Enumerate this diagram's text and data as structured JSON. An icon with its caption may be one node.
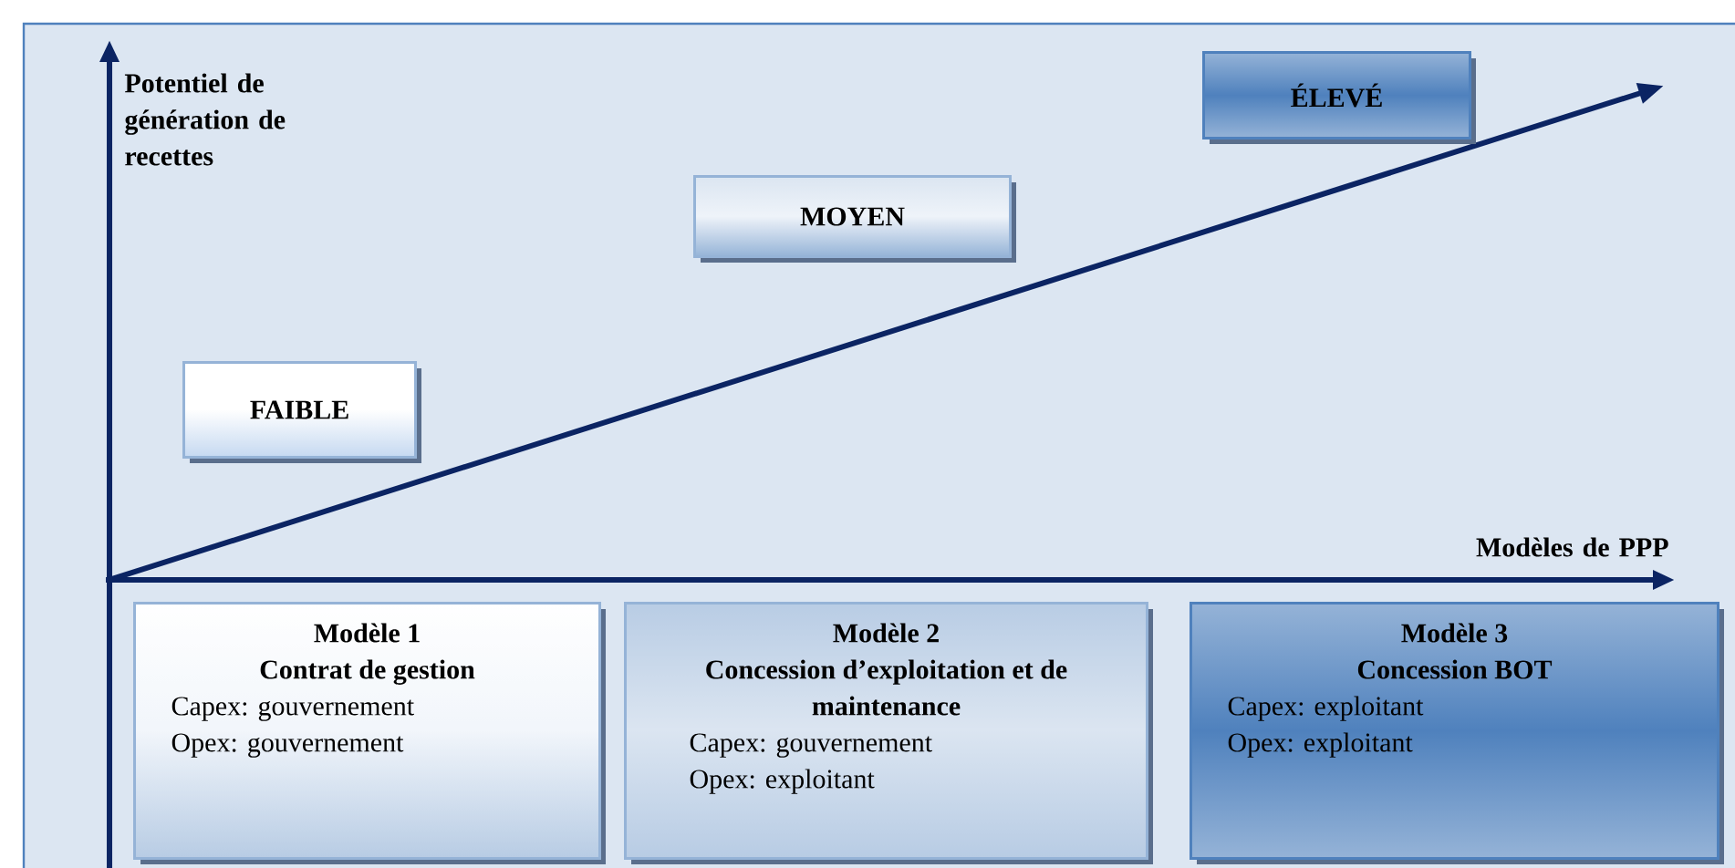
{
  "diagram": {
    "nodes": [
      {
        "text": [
          "FAIBLE"
        ]
      },
      {
        "text": [
          "MOYEN"
        ]
      },
      {
        "text": [
          "ÉLEVÉ"
        ]
      },
      {
        "text": [
          "Modèle 1",
          "Contrat de gestion",
          "Capex: gouvernement",
          "Opex: gouvernement"
        ]
      },
      {
        "text": [
          "Modèle 2",
          "Concession d’exploitation et de maintenance",
          "Capex: gouvernement",
          "Opex: exploitant"
        ]
      },
      {
        "text": [
          "Modèle 3",
          "Concession BOT",
          "Capex:  exploitant",
          "Opex: exploitant"
        ]
      }
    ],
    "labels": [
      "Potentiel de génération de recettes",
      "Modèles de PPP"
    ]
  }
}
